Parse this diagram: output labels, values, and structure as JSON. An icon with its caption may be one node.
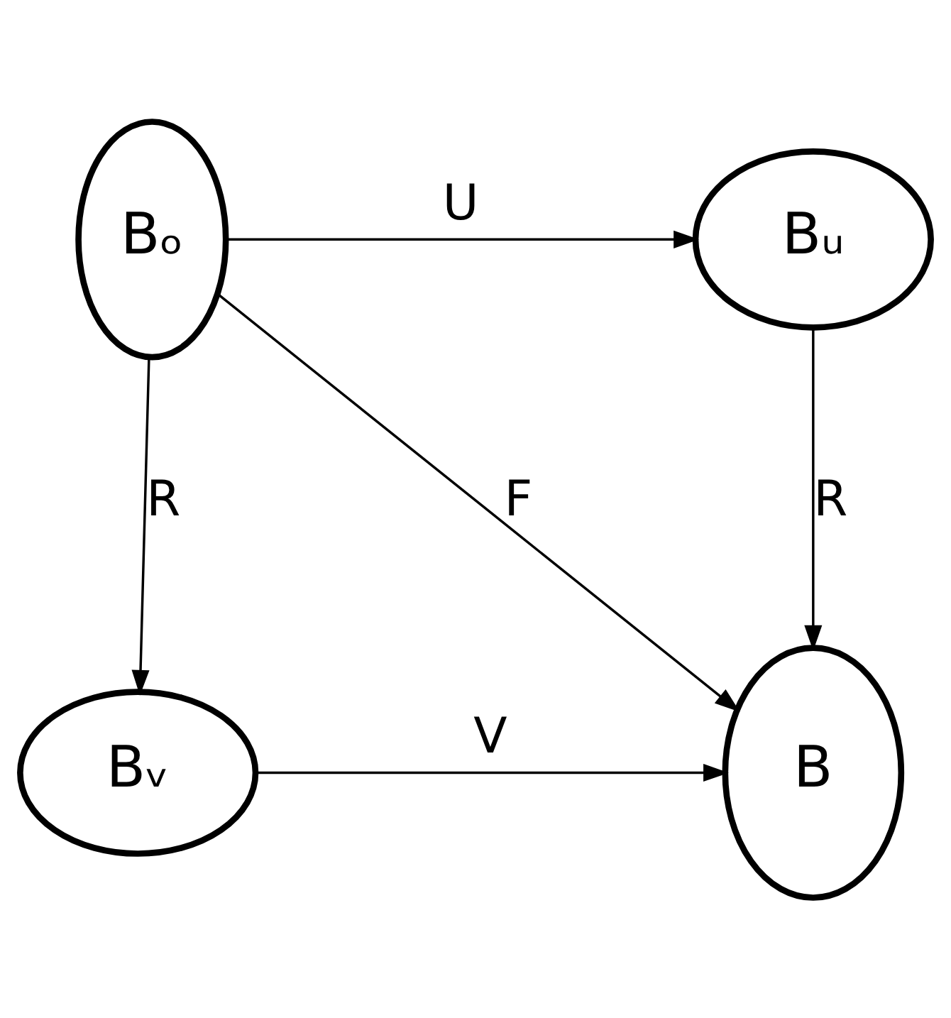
{
  "diagram": {
    "nodes": [
      {
        "text": [
          "Bₒ"
        ]
      },
      {
        "text": [
          "Bᵤ"
        ]
      },
      {
        "text": [
          "Bᵥ"
        ]
      },
      {
        "text": [
          "B"
        ]
      }
    ],
    "edges": [
      {
        "from": 0,
        "to": 1,
        "arrow": "to",
        "label": "U"
      },
      {
        "from": 0,
        "to": 2,
        "arrow": "to",
        "label": "R"
      },
      {
        "from": 0,
        "to": 3,
        "arrow": "to",
        "label": "F"
      },
      {
        "from": 1,
        "to": 3,
        "arrow": "to",
        "label": "R"
      },
      {
        "from": 2,
        "to": 3,
        "arrow": "to",
        "label": "V"
      }
    ]
  }
}
